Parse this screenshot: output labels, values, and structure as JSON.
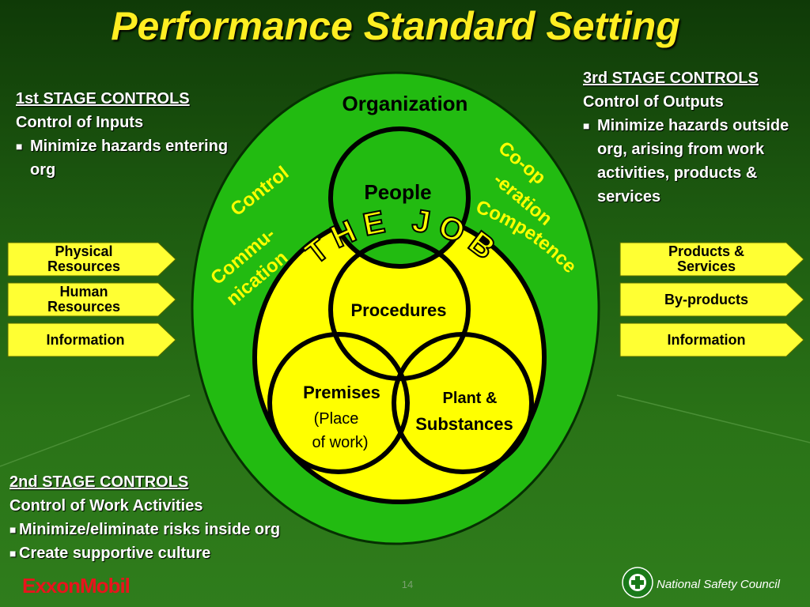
{
  "title": "Performance Standard Setting",
  "stage1": {
    "heading": "1st STAGE CONTROLS",
    "subheading": "Control of Inputs",
    "bullets": [
      "Minimize hazards entering org"
    ]
  },
  "stage2": {
    "heading": "2nd STAGE CONTROLS",
    "subheading": "Control of Work Activities",
    "bullets": [
      "Minimize/eliminate risks inside org",
      "Create supportive culture"
    ]
  },
  "stage3": {
    "heading": "3rd STAGE CONTROLS",
    "subheading": "Control of Outputs",
    "bullets": [
      "Minimize hazards outside org, arising from work activities, products & services"
    ]
  },
  "inputs": [
    "Physical Resources",
    "Human Resources",
    "Information"
  ],
  "outputs": [
    "Products & Services",
    "By-products",
    "Information"
  ],
  "diagram": {
    "organization": "Organization",
    "people": "People",
    "procedures": "Procedures",
    "premises": "Premises",
    "premises_sub1": "(Place",
    "premises_sub2": "of work)",
    "plant1": "Plant &",
    "plant2": "Substances",
    "the_job": "THE JOB",
    "control": "Control",
    "communication1": "Commu-",
    "communication2": "nication",
    "cooperation1": "Co-op",
    "cooperation2": "-eration",
    "competence": "Competence"
  },
  "footer": {
    "page_number": "14",
    "brand": "ExxonMobil",
    "council": "National Safety Council"
  },
  "colors": {
    "title": "#ffee22",
    "ellipse": "#22bb11",
    "job_area": "#ffff00",
    "arrow_fill": "#ffff33",
    "brand": "#e8141c"
  }
}
